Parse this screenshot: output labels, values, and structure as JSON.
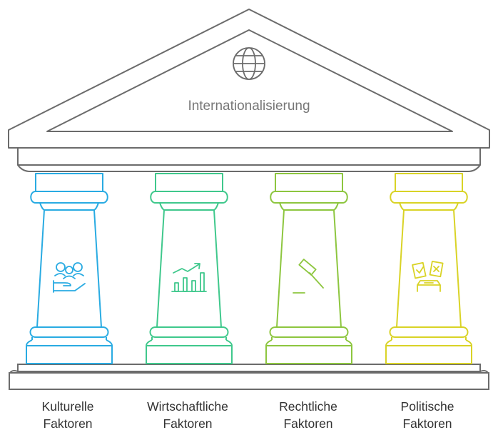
{
  "title": "Internationalisierung",
  "title_icon": "globe-icon",
  "pillars": [
    {
      "line1": "Kulturelle",
      "line2": "Faktoren",
      "color": "#29abe2",
      "icon": "people-hand-icon"
    },
    {
      "line1": "Wirtschaftliche",
      "line2": "Faktoren",
      "color": "#3fc88c",
      "icon": "growth-chart-icon"
    },
    {
      "line1": "Rechtliche",
      "line2": "Faktoren",
      "color": "#8dc63f",
      "icon": "gavel-icon"
    },
    {
      "line1": "Politische",
      "line2": "Faktoren",
      "color": "#d9d326",
      "icon": "voting-ballot-icon"
    }
  ],
  "structure_color": "#6b6b6b"
}
